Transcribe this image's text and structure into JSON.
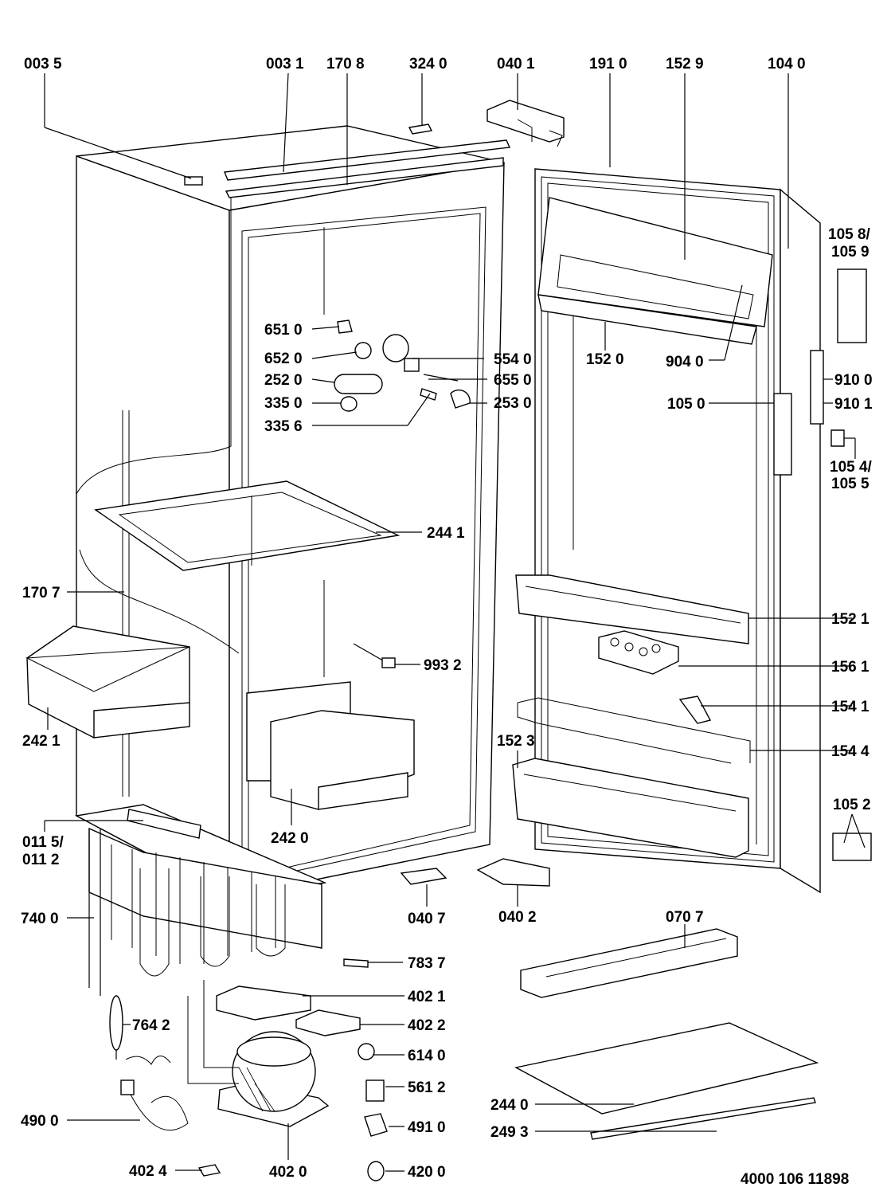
{
  "callouts": {
    "c0035": "003 5",
    "c0031": "003 1",
    "c1708": "170 8",
    "c3240": "324 0",
    "c0401": "040 1",
    "c1910": "191 0",
    "c1529": "152 9",
    "c1040": "104 0",
    "c1058": "105 8/",
    "c1059": "105 9",
    "c6510": "651 0",
    "c6520": "652 0",
    "c2520": "252 0",
    "c3350": "335 0",
    "c3356": "335 6",
    "c5540": "554 0",
    "c6550": "655 0",
    "c2530": "253 0",
    "c1520": "152 0",
    "c9040": "904 0",
    "c1050": "105 0",
    "c9100": "910 0",
    "c9101": "910 1",
    "c1054": "105 4/",
    "c1055": "105 5",
    "c2441": "244 1",
    "c1707": "170 7",
    "c9932": "993 2",
    "c1521": "152 1",
    "c1561": "156 1",
    "c1541": "154 1",
    "c1544": "154 4",
    "c2421": "242 1",
    "c1523": "152 3",
    "c1052": "105 2",
    "c0115": "011 5/",
    "c0112": "011 2",
    "c2420": "242 0",
    "c7400": "740 0",
    "c0407": "040 7",
    "c0402": "040 2",
    "c0707": "070 7",
    "c7837": "783 7",
    "c4021": "402 1",
    "c4022": "402 2",
    "c7642": "764 2",
    "c6140": "614 0",
    "c5612": "561 2",
    "c2440": "244 0",
    "c4900": "490 0",
    "c4910": "491 0",
    "c2493": "249 3",
    "c4024": "402 4",
    "c4020": "402 0",
    "c4200": "420 0"
  },
  "document_number": "4000 106 11898"
}
